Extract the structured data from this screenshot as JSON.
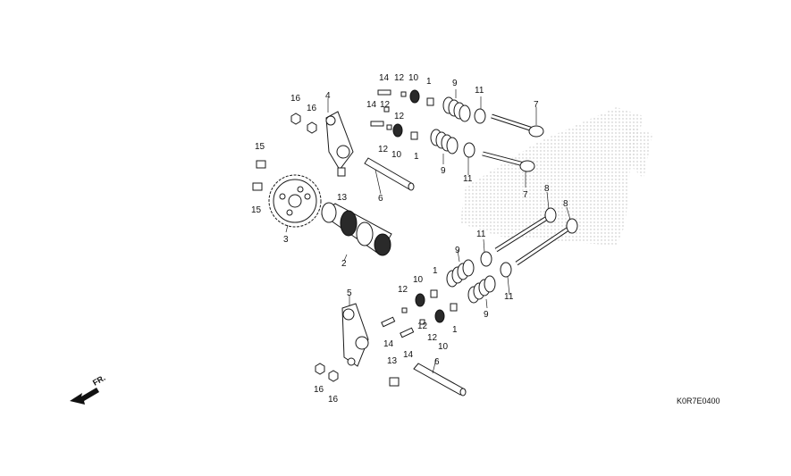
{
  "callouts": {
    "c1a": "1",
    "c1b": "1",
    "c1c": "1",
    "c1d": "1",
    "c2": "2",
    "c3": "3",
    "c4": "4",
    "c5": "5",
    "c6a": "6",
    "c6b": "6",
    "c7a": "7",
    "c7b": "7",
    "c8a": "8",
    "c8b": "8",
    "c9a": "9",
    "c9b": "9",
    "c9c": "9",
    "c9d": "9",
    "c10a": "10",
    "c10b": "10",
    "c10c": "10",
    "c10d": "10",
    "c11a": "11",
    "c11b": "11",
    "c11c": "11",
    "c11d": "11",
    "c12a": "12",
    "c12b": "12",
    "c12c": "12",
    "c12d": "12",
    "c12e": "12",
    "c12f": "12",
    "c12g": "12",
    "c13a": "13",
    "c13b": "13",
    "c14a": "14",
    "c14b": "14",
    "c14c": "14",
    "c14d": "14",
    "c15a": "15",
    "c15b": "15",
    "c16a": "16",
    "c16b": "16",
    "c16c": "16",
    "c16d": "16"
  },
  "direction_label": "FR.",
  "reference_code": "K0R7E0400",
  "icons": {
    "front_arrow": "arrow-left-down-icon",
    "watermark": "wing-logo-watermark"
  }
}
